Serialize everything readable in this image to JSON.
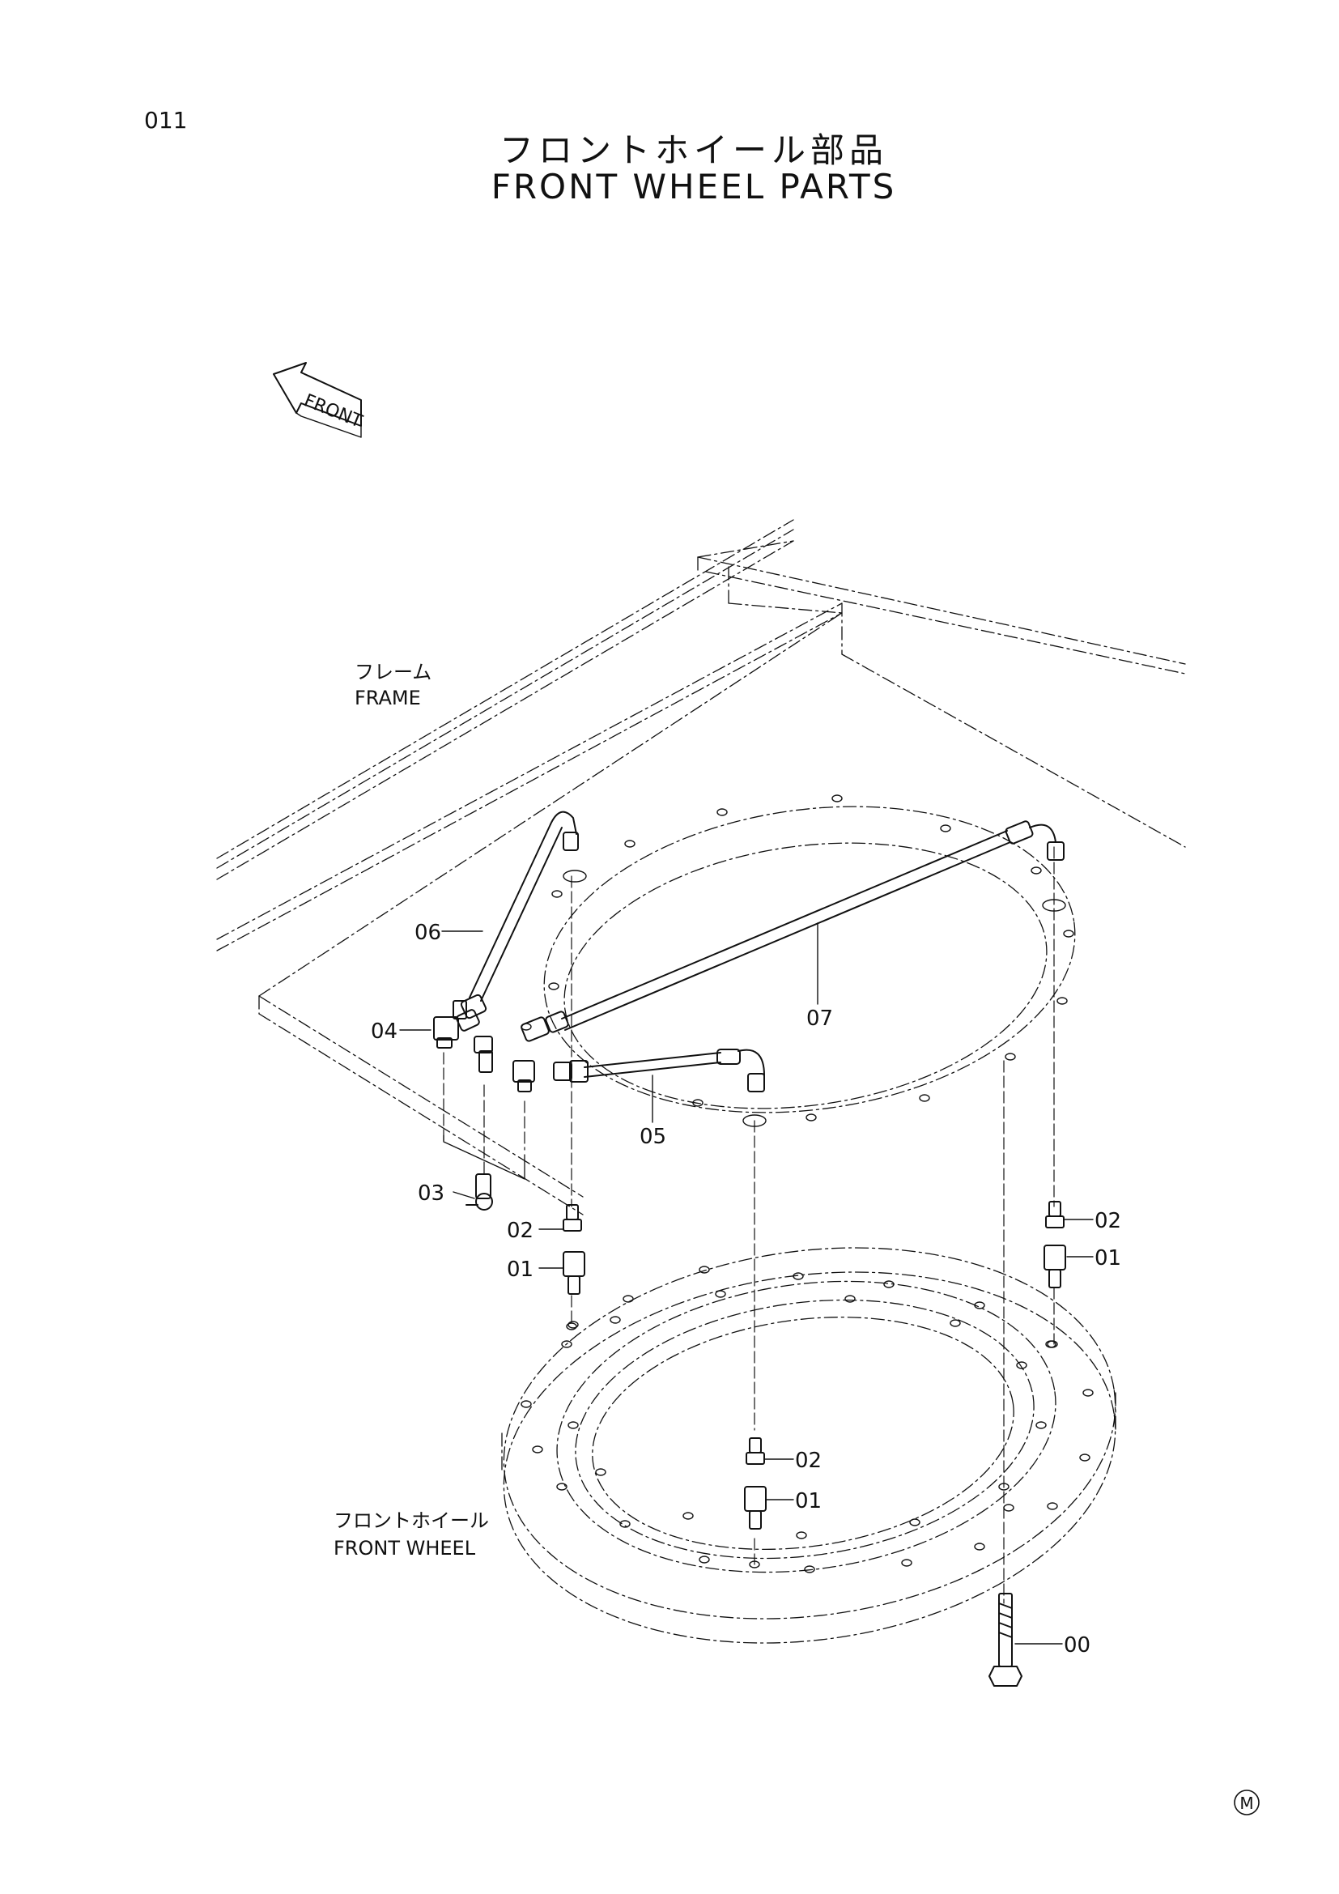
{
  "page": {
    "number": "011",
    "title_jp": "フロントホイール部品",
    "title_en": "FRONT WHEEL PARTS",
    "footer_mark": "M"
  },
  "direction_arrow": {
    "label": "FRONT"
  },
  "regions": {
    "frame_jp": "フレーム",
    "frame_en": "FRAME",
    "wheel_jp": "フロントホイール",
    "wheel_en": "FRONT WHEEL"
  },
  "callouts": {
    "c00": "00",
    "c01a": "01",
    "c01b": "01",
    "c01c": "01",
    "c02a": "02",
    "c02b": "02",
    "c02c": "02",
    "c03": "03",
    "c04": "04",
    "c05": "05",
    "c06": "06",
    "c07": "07"
  },
  "colors": {
    "line": "#111111",
    "background": "#ffffff"
  }
}
